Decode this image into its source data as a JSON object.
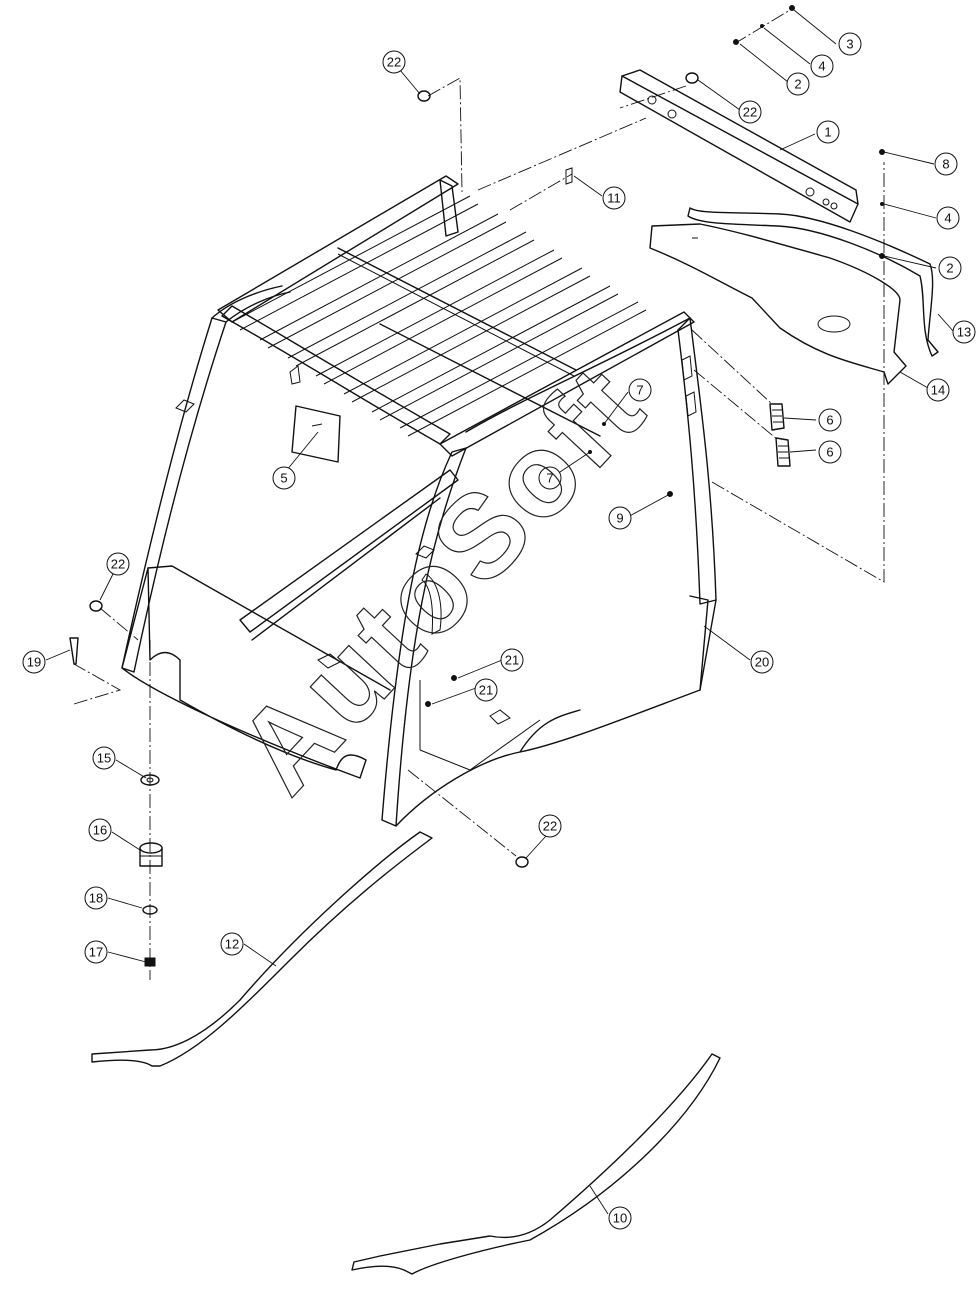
{
  "watermark": "AutoSoft",
  "callouts": [
    {
      "label": "1"
    },
    {
      "label": "2"
    },
    {
      "label": "2"
    },
    {
      "label": "3"
    },
    {
      "label": "4"
    },
    {
      "label": "4"
    },
    {
      "label": "5"
    },
    {
      "label": "6"
    },
    {
      "label": "6"
    },
    {
      "label": "7"
    },
    {
      "label": "7"
    },
    {
      "label": "8"
    },
    {
      "label": "9"
    },
    {
      "label": "10"
    },
    {
      "label": "11"
    },
    {
      "label": "12"
    },
    {
      "label": "13"
    },
    {
      "label": "14"
    },
    {
      "label": "15"
    },
    {
      "label": "16"
    },
    {
      "label": "17"
    },
    {
      "label": "18"
    },
    {
      "label": "19"
    },
    {
      "label": "20"
    },
    {
      "label": "21"
    },
    {
      "label": "21"
    },
    {
      "label": "22"
    },
    {
      "label": "22"
    },
    {
      "label": "22"
    },
    {
      "label": "22"
    }
  ]
}
